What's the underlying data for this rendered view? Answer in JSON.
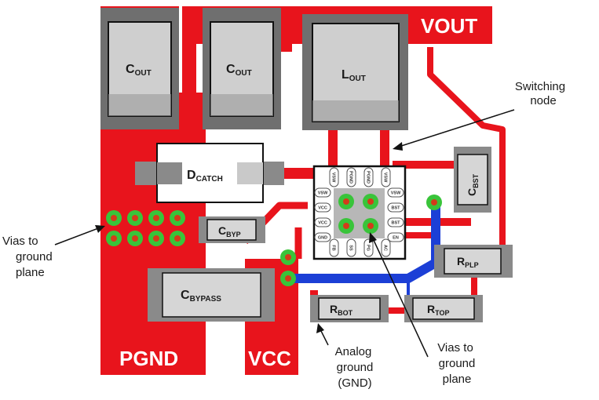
{
  "nets": {
    "vout": "VOUT",
    "pgnd": "PGND",
    "vcc": "VCC"
  },
  "components": {
    "cout1": {
      "main": "C",
      "sub": "OUT"
    },
    "cout2": {
      "main": "C",
      "sub": "OUT"
    },
    "lout": {
      "main": "L",
      "sub": "OUT"
    },
    "dcatch": {
      "main": "D",
      "sub": "CATCH"
    },
    "cbyp": {
      "main": "C",
      "sub": "BYP"
    },
    "cbypass": {
      "main": "C",
      "sub": "BYPASS"
    },
    "cbst": {
      "main": "C",
      "sub": "BST"
    },
    "rplp": {
      "main": "R",
      "sub": "PLP"
    },
    "rbot": {
      "main": "R",
      "sub": "BOT"
    },
    "rtop": {
      "main": "R",
      "sub": "TOP"
    }
  },
  "annotations": {
    "switching_node": [
      "Switching",
      "node"
    ],
    "vias_left": [
      "Vias to",
      "ground",
      "plane"
    ],
    "analog_ground": [
      "Analog",
      "ground",
      "(GND)"
    ],
    "vias_bottom": [
      "Vias to",
      "ground",
      "plane"
    ]
  },
  "ic_pins": {
    "top": [
      "VSW",
      "PGND",
      "PGND",
      "VSW"
    ],
    "left": [
      "VSW",
      "VCC",
      "VCC",
      "GND"
    ],
    "right": [
      "VSW",
      "BST",
      "BST",
      "EN"
    ],
    "bottom": [
      "FB",
      "SS",
      "PG",
      "AC"
    ]
  },
  "colors": {
    "copper": "#e8141c",
    "trace_blue": "#1c3fd6",
    "via_green": "#39c43a",
    "pad_gray": "#8a8a8a",
    "body_gray": "#c9c9c9"
  }
}
